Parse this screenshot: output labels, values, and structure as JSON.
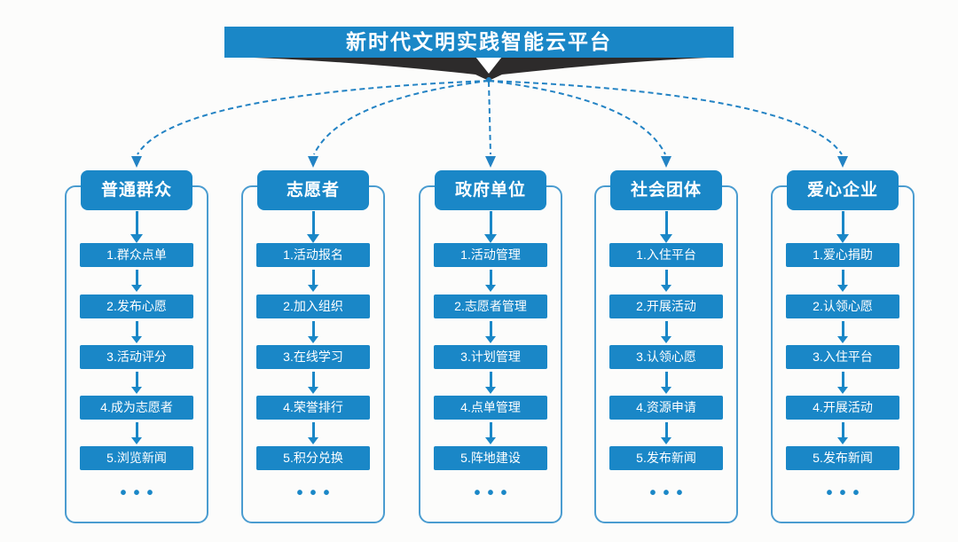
{
  "title": "新时代文明实践智能云平台",
  "ellipsis": "•••",
  "colors": {
    "primary": "#1a87c7",
    "outline": "#4a9cd0",
    "connector": "#2383c4",
    "ribbon": "#2d2b2b",
    "background": "#fcfcfb",
    "text": "#ffffff"
  },
  "columns": [
    {
      "header": "普通群众",
      "items": [
        "1.群众点单",
        "2.发布心愿",
        "3.活动评分",
        "4.成为志愿者",
        "5.浏览新闻"
      ]
    },
    {
      "header": "志愿者",
      "items": [
        "1.活动报名",
        "2.加入组织",
        "3.在线学习",
        "4.荣誉排行",
        "5.积分兑换"
      ]
    },
    {
      "header": "政府单位",
      "items": [
        "1.活动管理",
        "2.志愿者管理",
        "3.计划管理",
        "4.点单管理",
        "5.阵地建设"
      ]
    },
    {
      "header": "社会团体",
      "items": [
        "1.入住平台",
        "2.开展活动",
        "3.认领心愿",
        "4.资源申请",
        "5.发布新闻"
      ]
    },
    {
      "header": "爱心企业",
      "items": [
        "1.爱心捐助",
        "2.认领心愿",
        "3.入住平台",
        "4.开展活动",
        "5.发布新闻"
      ]
    }
  ]
}
